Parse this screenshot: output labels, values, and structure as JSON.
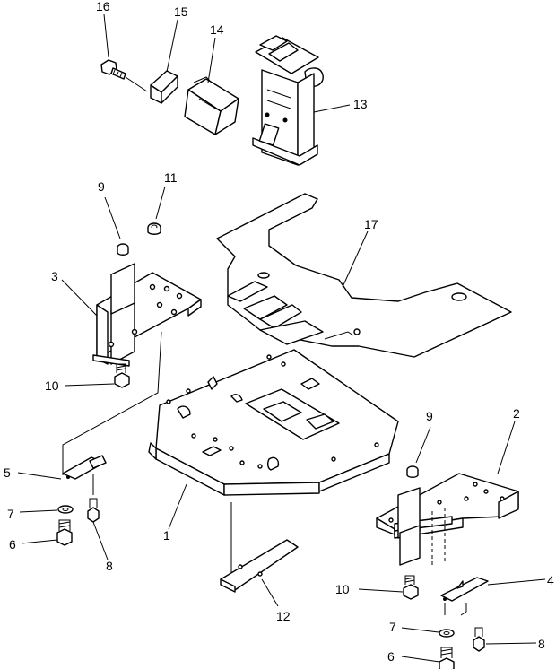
{
  "callouts": [
    {
      "id": "c16",
      "text": "16"
    },
    {
      "id": "c15",
      "text": "15"
    },
    {
      "id": "c14",
      "text": "14"
    },
    {
      "id": "c13",
      "text": "13"
    },
    {
      "id": "c9a",
      "text": "9"
    },
    {
      "id": "c11",
      "text": "11"
    },
    {
      "id": "c3",
      "text": "3"
    },
    {
      "id": "c17",
      "text": "17"
    },
    {
      "id": "c10a",
      "text": "10"
    },
    {
      "id": "c9b",
      "text": "9"
    },
    {
      "id": "c2",
      "text": "2"
    },
    {
      "id": "c5",
      "text": "5"
    },
    {
      "id": "c7a",
      "text": "7"
    },
    {
      "id": "c6a",
      "text": "6"
    },
    {
      "id": "c8a",
      "text": "8"
    },
    {
      "id": "c1",
      "text": "1"
    },
    {
      "id": "c12",
      "text": "12"
    },
    {
      "id": "c10b",
      "text": "10"
    },
    {
      "id": "c4",
      "text": "4"
    },
    {
      "id": "c7b",
      "text": "7"
    },
    {
      "id": "c8b",
      "text": "8"
    },
    {
      "id": "c6b",
      "text": "6"
    }
  ]
}
